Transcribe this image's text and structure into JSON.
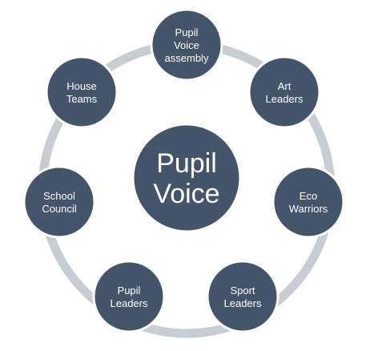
{
  "diagram": {
    "center": {
      "lines": [
        "Pupil",
        "Voice"
      ]
    },
    "nodes": [
      {
        "id": "pupil-voice-assembly",
        "lines": [
          "Pupil",
          "Voice",
          "assembly"
        ]
      },
      {
        "id": "art-leaders",
        "lines": [
          "Art",
          "Leaders"
        ]
      },
      {
        "id": "eco-warriors",
        "lines": [
          "Eco",
          "Warriors"
        ]
      },
      {
        "id": "sport-leaders",
        "lines": [
          "Sport",
          "Leaders"
        ]
      },
      {
        "id": "pupil-leaders",
        "lines": [
          "Pupil",
          "Leaders"
        ]
      },
      {
        "id": "school-council",
        "lines": [
          "School",
          "Council"
        ]
      },
      {
        "id": "house-teams",
        "lines": [
          "House",
          "Teams"
        ]
      }
    ],
    "colors": {
      "node_fill": "#44546a",
      "node_stroke": "#ffffff",
      "ring": "#c8ccd3",
      "text": "#ffffff"
    }
  }
}
